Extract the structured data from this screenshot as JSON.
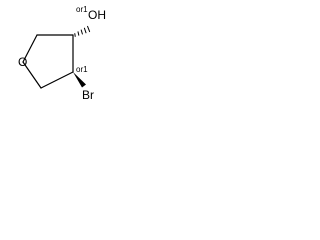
{
  "molecule": {
    "atoms": {
      "ring_oxygen": "O",
      "hydroxyl": "OH",
      "bromine": "Br"
    },
    "stereo_labels": {
      "c3": "or1",
      "c4": "or1"
    }
  },
  "colors": {
    "ink": "#000000",
    "background": "#ffffff"
  }
}
